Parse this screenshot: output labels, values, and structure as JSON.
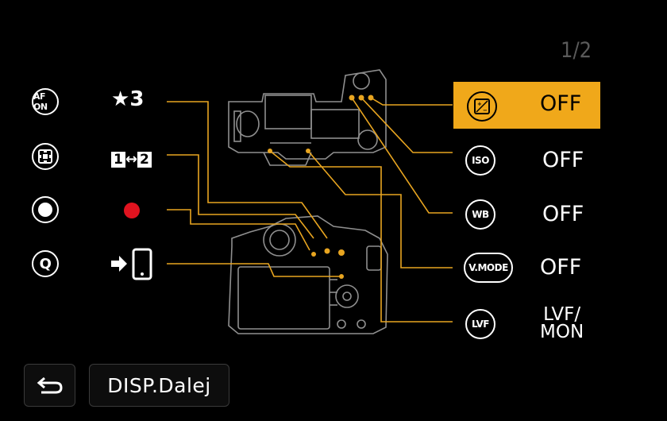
{
  "page_indicator": "1/2",
  "left_column": {
    "buttons": [
      {
        "icon": "af-on-icon",
        "text": "AF ON"
      },
      {
        "icon": "joystick-icon",
        "text": ""
      },
      {
        "icon": "record-button-icon",
        "text": ""
      },
      {
        "icon": "q-menu-icon",
        "text": "Q"
      }
    ],
    "assignments": [
      {
        "icon": "star-icon",
        "text": "3"
      },
      {
        "icon": "slot-switch-icon",
        "left": "1",
        "right": "2"
      },
      {
        "icon": "red-dot-icon",
        "text": ""
      },
      {
        "icon": "phone-transfer-icon",
        "text": ""
      }
    ]
  },
  "right_column": {
    "rows": [
      {
        "icon": "exposure-comp-icon",
        "text": "",
        "value": "OFF",
        "selected": true
      },
      {
        "icon": "iso-icon",
        "text": "ISO",
        "value": "OFF",
        "selected": false
      },
      {
        "icon": "wb-icon",
        "text": "WB",
        "value": "OFF",
        "selected": false
      },
      {
        "icon": "v-mode-icon",
        "text": "V.MODE",
        "value": "OFF",
        "selected": false
      },
      {
        "icon": "lvf-icon",
        "text": "LVF",
        "value_line1": "LVF/",
        "value_line2": "MON",
        "selected": false
      }
    ]
  },
  "footer": {
    "back_icon": "return-icon",
    "disp_label": "DISP.Dalej"
  },
  "colors": {
    "accent": "#f0a81a",
    "leader_line": "#e8a520",
    "camera_outline": "#9a9a9a",
    "record_dot": "#e0131f"
  }
}
